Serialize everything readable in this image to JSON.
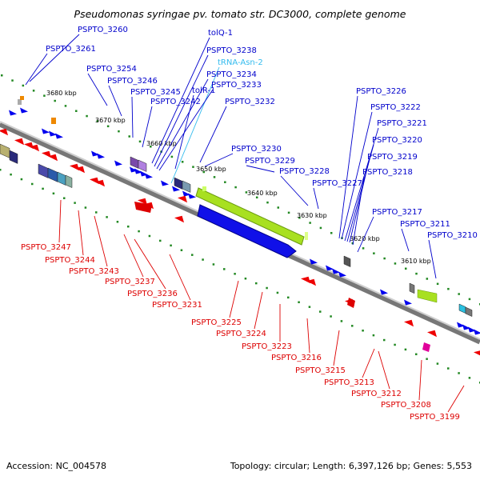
{
  "title": "Pseudomonas syringae pv. tomato str. DC3000, complete genome",
  "footer": {
    "accession": "Accession: NC_004578",
    "topology": "Topology: circular; Length: 6,397,126 bp; Genes: 5,553"
  },
  "colors": {
    "forward_label": "#0000cc",
    "reverse_label": "#dd0000",
    "rna_label": "#33bbee",
    "backbone": "#777777",
    "forward_gene": "#0000ee",
    "reverse_gene": "#ee0000",
    "cds_highlight": "#a8e020",
    "tick": "#228822"
  },
  "kbp_ticks": [
    "3680 kbp",
    "3670 kbp",
    "3660 kbp",
    "3650 kbp",
    "3640 kbp",
    "3630 kbp",
    "3620 kbp",
    "3610 kbp"
  ],
  "forward_labels": [
    {
      "text": "PSPTO_3260",
      "kind": "cds"
    },
    {
      "text": "PSPTO_3261",
      "kind": "cds"
    },
    {
      "text": "tolQ-1",
      "kind": "cds"
    },
    {
      "text": "PSPTO_3238",
      "kind": "cds"
    },
    {
      "text": "tRNA-Asn-2",
      "kind": "rna"
    },
    {
      "text": "PSPTO_3254",
      "kind": "cds"
    },
    {
      "text": "PSPTO_3246",
      "kind": "cds"
    },
    {
      "text": "PSPTO_3234",
      "kind": "cds"
    },
    {
      "text": "PSPTO_3233",
      "kind": "cds"
    },
    {
      "text": "tolR-1",
      "kind": "cds"
    },
    {
      "text": "PSPTO_3245",
      "kind": "cds"
    },
    {
      "text": "PSPTO_3242",
      "kind": "cds"
    },
    {
      "text": "PSPTO_3232",
      "kind": "cds"
    },
    {
      "text": "PSPTO_3230",
      "kind": "cds"
    },
    {
      "text": "PSPTO_3229",
      "kind": "cds"
    },
    {
      "text": "PSPTO_3228",
      "kind": "cds"
    },
    {
      "text": "PSPTO_3227",
      "kind": "cds"
    },
    {
      "text": "PSPTO_3226",
      "kind": "cds"
    },
    {
      "text": "PSPTO_3222",
      "kind": "cds"
    },
    {
      "text": "PSPTO_3221",
      "kind": "cds"
    },
    {
      "text": "PSPTO_3220",
      "kind": "cds"
    },
    {
      "text": "PSPTO_3219",
      "kind": "cds"
    },
    {
      "text": "PSPTO_3218",
      "kind": "cds"
    },
    {
      "text": "PSPTO_3217",
      "kind": "cds"
    },
    {
      "text": "PSPTO_3211",
      "kind": "cds"
    },
    {
      "text": "PSPTO_3210",
      "kind": "cds"
    }
  ],
  "reverse_labels": [
    "PSPTO_3247",
    "PSPTO_3244",
    "PSPTO_3243",
    "PSPTO_3237",
    "PSPTO_3236",
    "PSPTO_3231",
    "PSPTO_3225",
    "PSPTO_3224",
    "PSPTO_3223",
    "PSPTO_3216",
    "PSPTO_3215",
    "PSPTO_3213",
    "PSPTO_3212",
    "PSPTO_3208",
    "PSPTO_3199"
  ]
}
